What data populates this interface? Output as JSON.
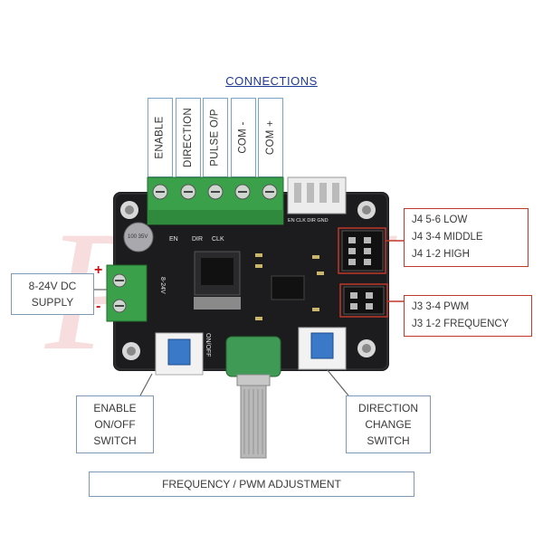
{
  "title": "CONNECTIONS",
  "connections": [
    "ENABLE",
    "DIRECTION",
    "PULSE O/P",
    "COM -",
    "COM +"
  ],
  "supply": {
    "line1": "8-24V DC",
    "line2": "SUPPLY",
    "plus": "+",
    "minus": "-"
  },
  "jumper_j4": [
    "J4 5-6 LOW",
    "J4 3-4 MIDDLE",
    "J4 1-2 HIGH"
  ],
  "jumper_j3": [
    "J3 3-4 PWM",
    "J3 1-2 FREQUENCY"
  ],
  "enable_switch": {
    "line1": "ENABLE",
    "line2": "ON/OFF",
    "line3": "SWITCH"
  },
  "direction_switch": {
    "line1": "DIRECTION",
    "line2": "CHANGE",
    "line3": "SWITCH"
  },
  "adjustment": "FREQUENCY / PWM ADJUSTMENT",
  "board_silk": {
    "en": "EN",
    "dir": "DIR",
    "clk": "CLK",
    "vin": "8-24V",
    "onoff": "ON/OFF",
    "top_header": "EN CLK DIR GND",
    "cap": "100 35V"
  },
  "colors": {
    "board": "#1c1b1d",
    "terminal": "#3aa04a",
    "knob": "#3f9a55",
    "switch_button": "#3a78c8",
    "callout_red": "#c0392b",
    "callout_blue": "#7f98b3",
    "title_blue": "#1f3a93"
  }
}
